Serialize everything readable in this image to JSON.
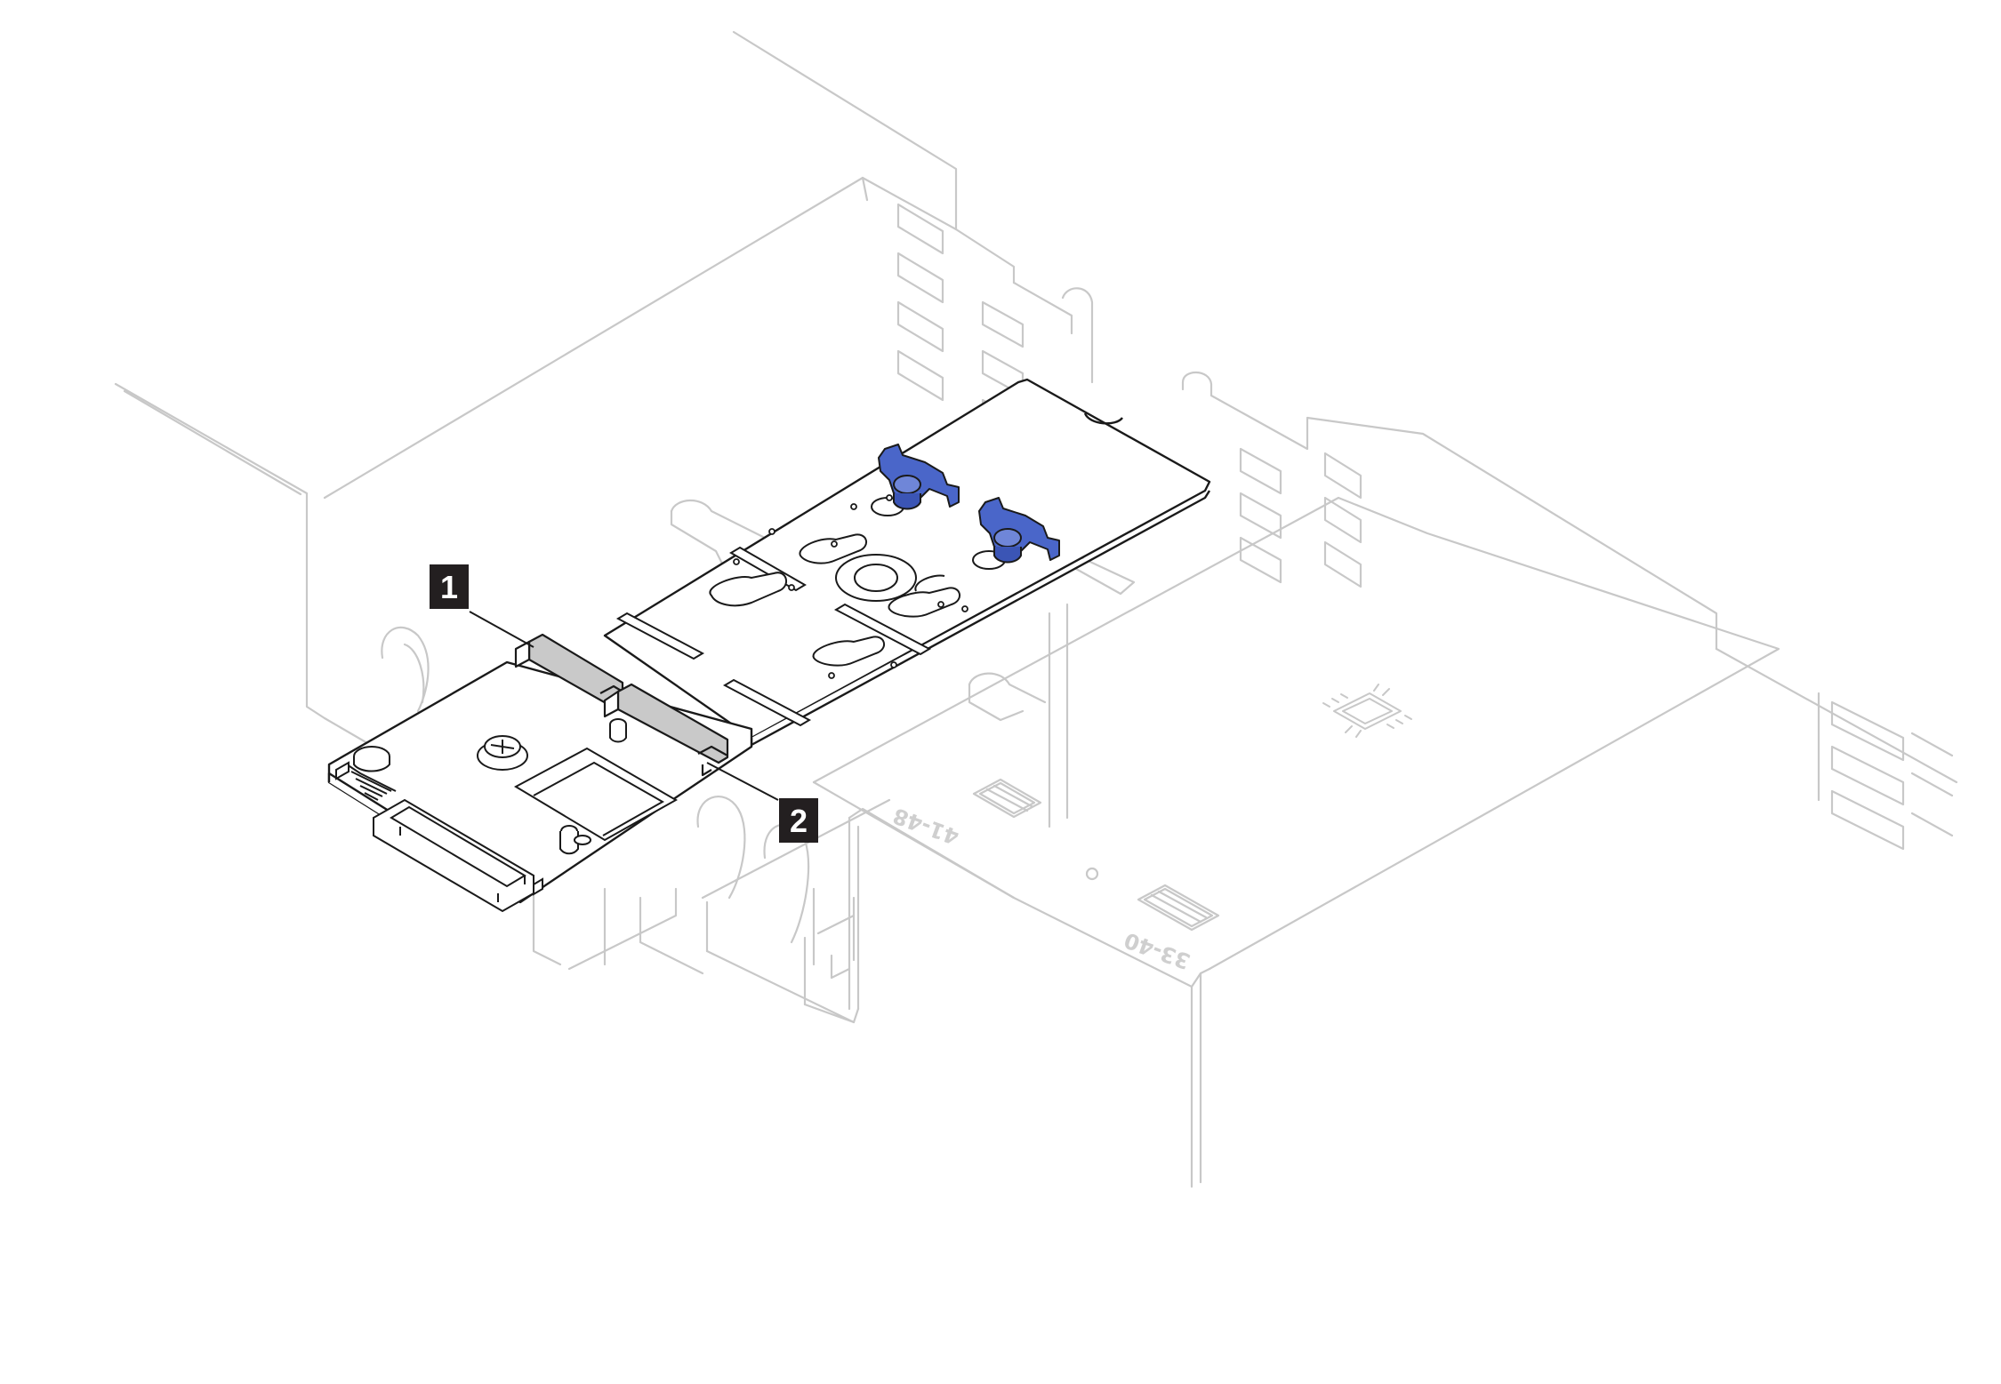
{
  "callouts": [
    {
      "id": "1",
      "label": "1"
    },
    {
      "id": "2",
      "label": "2"
    }
  ],
  "chassis_labels": {
    "left_range": "41-48",
    "right_range": "33-40"
  },
  "colors": {
    "ghost_outline": "#c8c8c8",
    "board_outline": "#1a1a1a",
    "connector_fill": "#c9c9c9",
    "retainer_blue": "#4a66c9",
    "callout_bg": "#231f20",
    "callout_text": "#ffffff"
  }
}
